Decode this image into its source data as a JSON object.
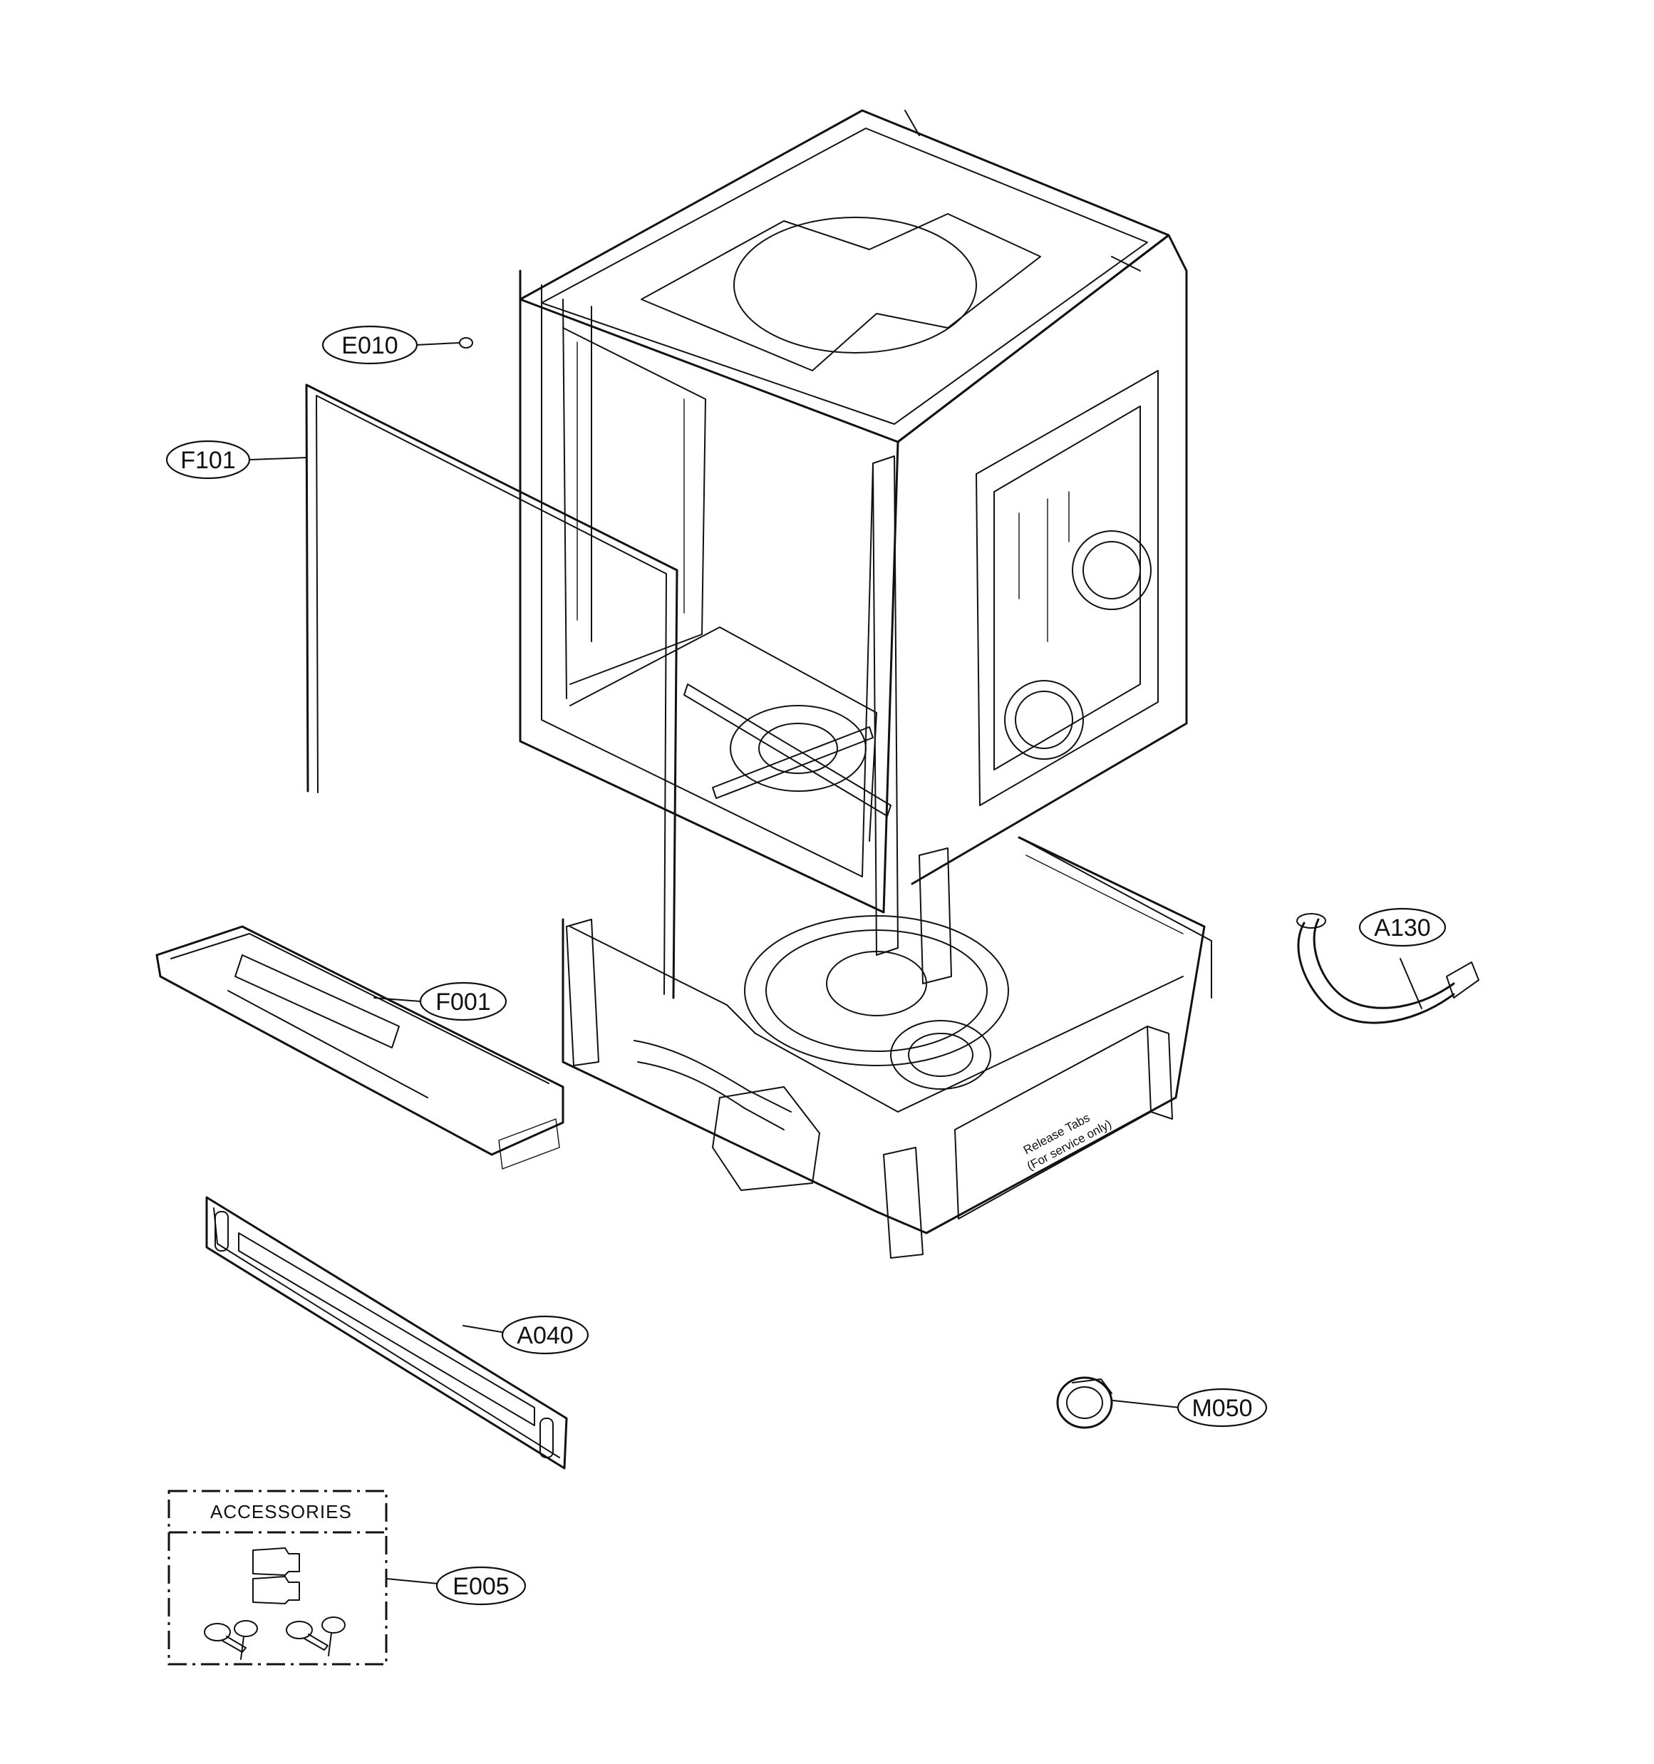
{
  "callouts": {
    "e010": "E010",
    "f101": "F101",
    "f001": "F001",
    "a130": "A130",
    "a040": "A040",
    "m050": "M050",
    "e005": "E005"
  },
  "accessories_label": "ACCESSORIES",
  "tank_label": {
    "line1": "Release Tabs",
    "line2": "(For service only)"
  }
}
